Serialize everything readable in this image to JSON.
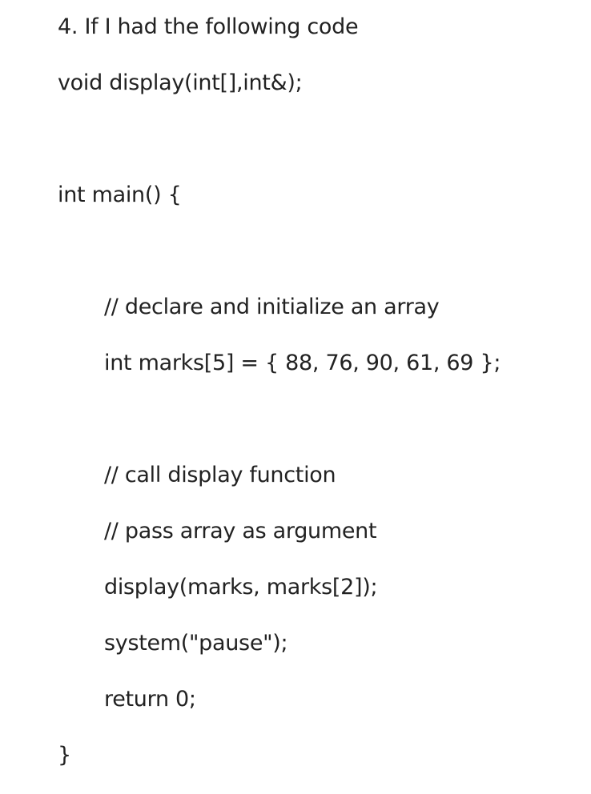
{
  "question": {
    "heading": "4. If I had the following code",
    "code_lines": [
      "void display(int[],int&);",
      "int main() {",
      "// declare and initialize an array",
      "int marks[5] = { 88, 76, 90, 61, 69 };",
      "// call display function",
      "// pass array as argument",
      "display(marks, marks[2]);",
      "system(\"pause\");",
      "return 0;",
      "}"
    ]
  }
}
